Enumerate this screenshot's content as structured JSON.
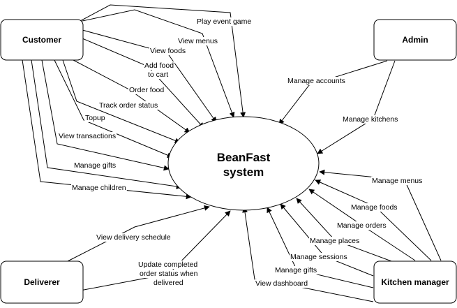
{
  "actors": {
    "customer": "Customer",
    "admin": "Admin",
    "deliverer": "Deliverer",
    "kitchen_manager": "Kitchen manager"
  },
  "system": {
    "line1": "BeanFast",
    "line2": "system"
  },
  "customer_flows": [
    "Play event game",
    "View menus",
    "View foods",
    "Add food",
    "to cart",
    "Order food",
    "Track order status",
    "Topup",
    "View transactions",
    "Manage gifts",
    "Manage children"
  ],
  "admin_flows": [
    "Manage accounts",
    "Manage kitchens"
  ],
  "deliverer_flows": [
    "View delivery schedule",
    "Update completed",
    "order status when",
    "delivered"
  ],
  "kitchen_flows": [
    "Manage menus",
    "Manage foods",
    "Manage orders",
    "Manage places",
    "Manage sessions",
    "Manage gifts",
    "View dashboard"
  ]
}
